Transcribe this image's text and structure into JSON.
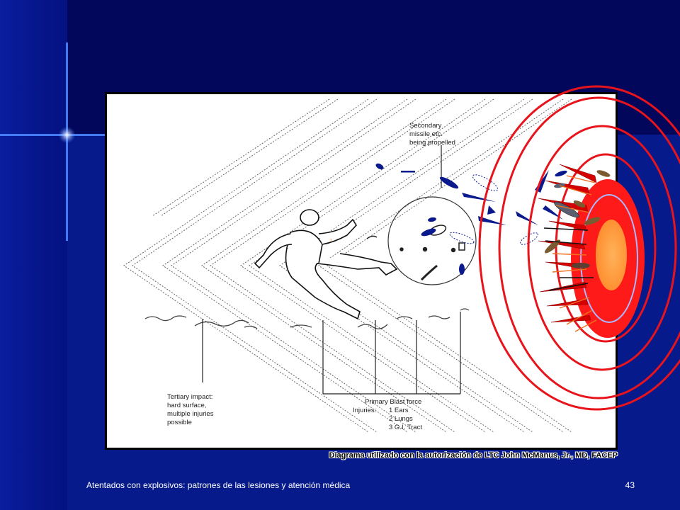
{
  "diagram": {
    "label_secondary": [
      "Secondary",
      "missile etc.",
      "being propelled"
    ],
    "label_tertiary": [
      "Tertiary impact:",
      "hard surface,",
      "multiple injuries",
      "possible"
    ],
    "label_primary": "Primary Blast force",
    "label_injuries": "Injuries:",
    "injuries": [
      "1  Ears",
      "2  Lungs",
      "3  G.I. Tract"
    ]
  },
  "caption": "Diagrama utilizado con la autorización de LTC John McManus, Jr., MD, FACEP",
  "footer": {
    "title": "Atentados con explosivos: patrones de las lesiones y atención médica",
    "page": "43"
  },
  "colors": {
    "background": "#020a6e",
    "blast_red": "#ff0000",
    "blast_core": "#ff9933",
    "ring_red": "#e8141c",
    "debris_blue": "#0a1a8c"
  }
}
